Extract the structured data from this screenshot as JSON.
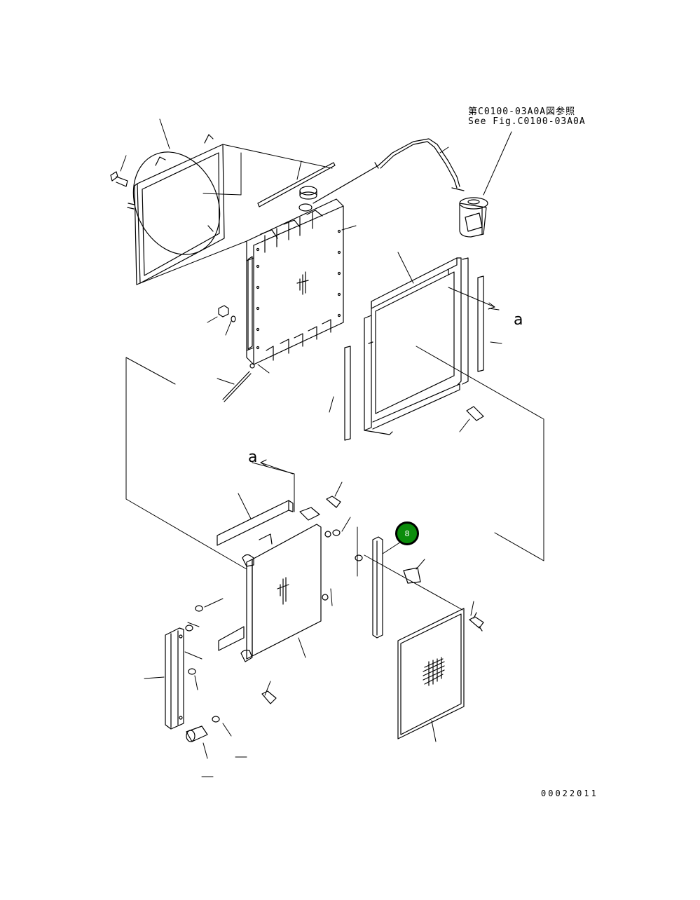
{
  "reference": {
    "line_jp": "第C0100-03A0A図参照",
    "line_en": "See Fig.C0100-03A0A"
  },
  "view_labels": {
    "upper": "a",
    "lower": "a"
  },
  "callout": {
    "label": "8",
    "color": "#0b8c0b"
  },
  "drawing_number": "00022011"
}
